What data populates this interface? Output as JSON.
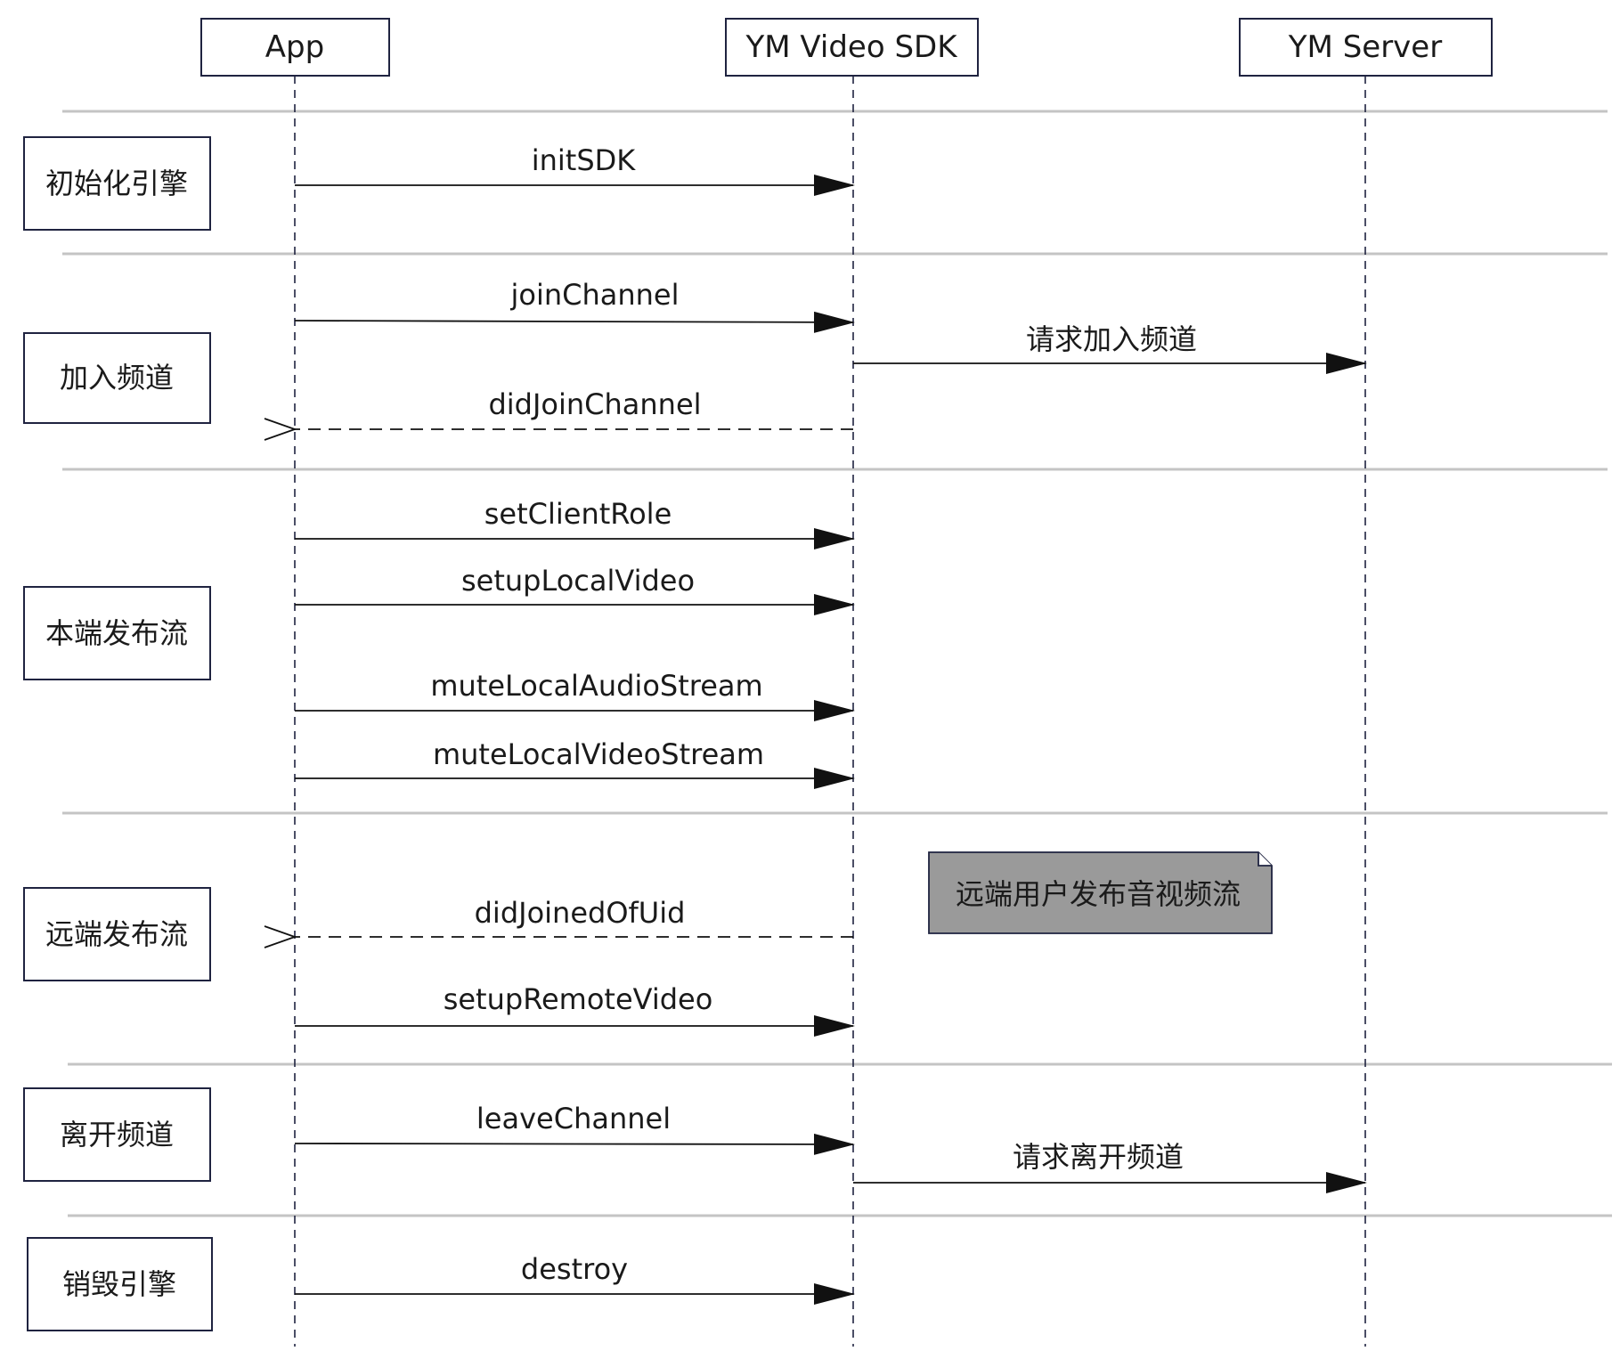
{
  "participants": [
    {
      "id": "app",
      "label": "App"
    },
    {
      "id": "sdk",
      "label": "YM Video SDK"
    },
    {
      "id": "server",
      "label": "YM Server"
    }
  ],
  "phases": [
    {
      "label": "初始化引擎"
    },
    {
      "label": "加入频道"
    },
    {
      "label": "本端发布流"
    },
    {
      "label": "远端发布流"
    },
    {
      "label": "离开频道"
    },
    {
      "label": "销毁引擎"
    }
  ],
  "messages": [
    {
      "label": "initSDK",
      "from": "app",
      "to": "sdk",
      "style": "solid"
    },
    {
      "label": "joinChannel",
      "from": "app",
      "to": "sdk",
      "style": "solid"
    },
    {
      "label": "请求加入频道",
      "from": "sdk",
      "to": "server",
      "style": "solid"
    },
    {
      "label": "didJoinChannel",
      "from": "sdk",
      "to": "app",
      "style": "dashed"
    },
    {
      "label": "setClientRole",
      "from": "app",
      "to": "sdk",
      "style": "solid"
    },
    {
      "label": "setupLocalVideo",
      "from": "app",
      "to": "sdk",
      "style": "solid"
    },
    {
      "label": "muteLocalAudioStream",
      "from": "app",
      "to": "sdk",
      "style": "solid"
    },
    {
      "label": "muteLocalVideoStream",
      "from": "app",
      "to": "sdk",
      "style": "solid"
    },
    {
      "label": "didJoinedOfUid",
      "from": "sdk",
      "to": "app",
      "style": "dashed"
    },
    {
      "label": "setupRemoteVideo",
      "from": "app",
      "to": "sdk",
      "style": "solid"
    },
    {
      "label": "leaveChannel",
      "from": "app",
      "to": "sdk",
      "style": "solid"
    },
    {
      "label": "请求离开频道",
      "from": "sdk",
      "to": "server",
      "style": "solid"
    },
    {
      "label": "destroy",
      "from": "app",
      "to": "sdk",
      "style": "solid"
    }
  ],
  "note": {
    "label": "远端用户发布音视频流",
    "color": "#9a9a9a"
  }
}
